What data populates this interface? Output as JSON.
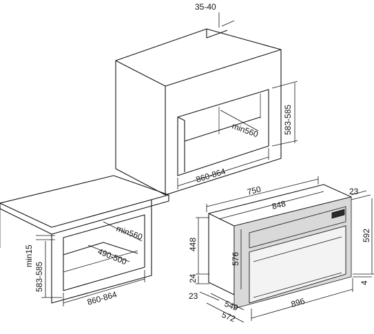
{
  "labels": {
    "tall_top": "35-40",
    "tall_depth": "min560",
    "tall_height": "583-585",
    "tall_width": "860-864",
    "counter_min15": "min15",
    "counter_height": "583-585",
    "counter_depth": "min560",
    "counter_inner": "490-500",
    "counter_width": "860-864",
    "oven_750": "750",
    "oven_848": "848",
    "oven_23_top": "23",
    "oven_592": "592",
    "oven_448": "448",
    "oven_576": "576",
    "oven_24": "24",
    "oven_4": "4",
    "oven_23_bot": "23",
    "oven_549": "549",
    "oven_572": "572",
    "oven_896": "896"
  }
}
